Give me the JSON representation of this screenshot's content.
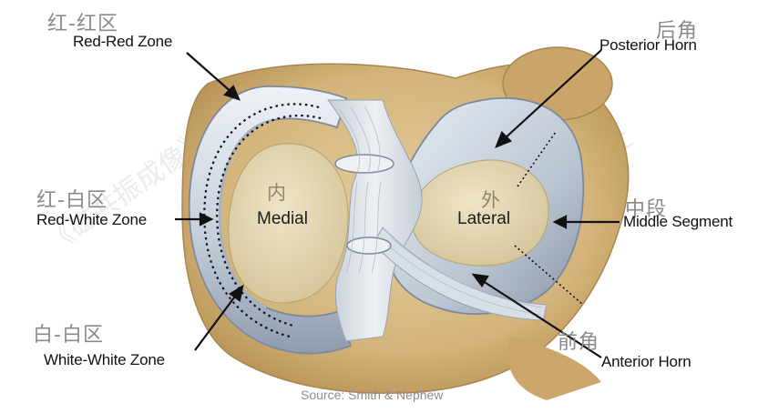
{
  "watermark": "《磁共振成像》杂志社",
  "labels": {
    "red_red_cn": "红-红区",
    "red_red_en": "Red-Red Zone",
    "red_white_cn": "红-白区",
    "red_white_en": "Red-White Zone",
    "white_white_cn": "白-白区",
    "white_white_en": "White-White Zone",
    "posterior_cn": "后角",
    "posterior_en": "Posterior Horn",
    "middle_cn": "中段",
    "middle_en": "Middle Segment",
    "anterior_cn": "前角",
    "anterior_en": "Anterior Horn",
    "medial_cn": "内",
    "medial_en": "Medial",
    "lateral_cn": "外",
    "lateral_en": "Lateral"
  },
  "source": "Source: Smith & Nephew",
  "colors": {
    "bone": "#d9bb86",
    "meniscus": "#c9d3df",
    "cartilage": "#e3d6b3",
    "arrow": "#111111"
  }
}
